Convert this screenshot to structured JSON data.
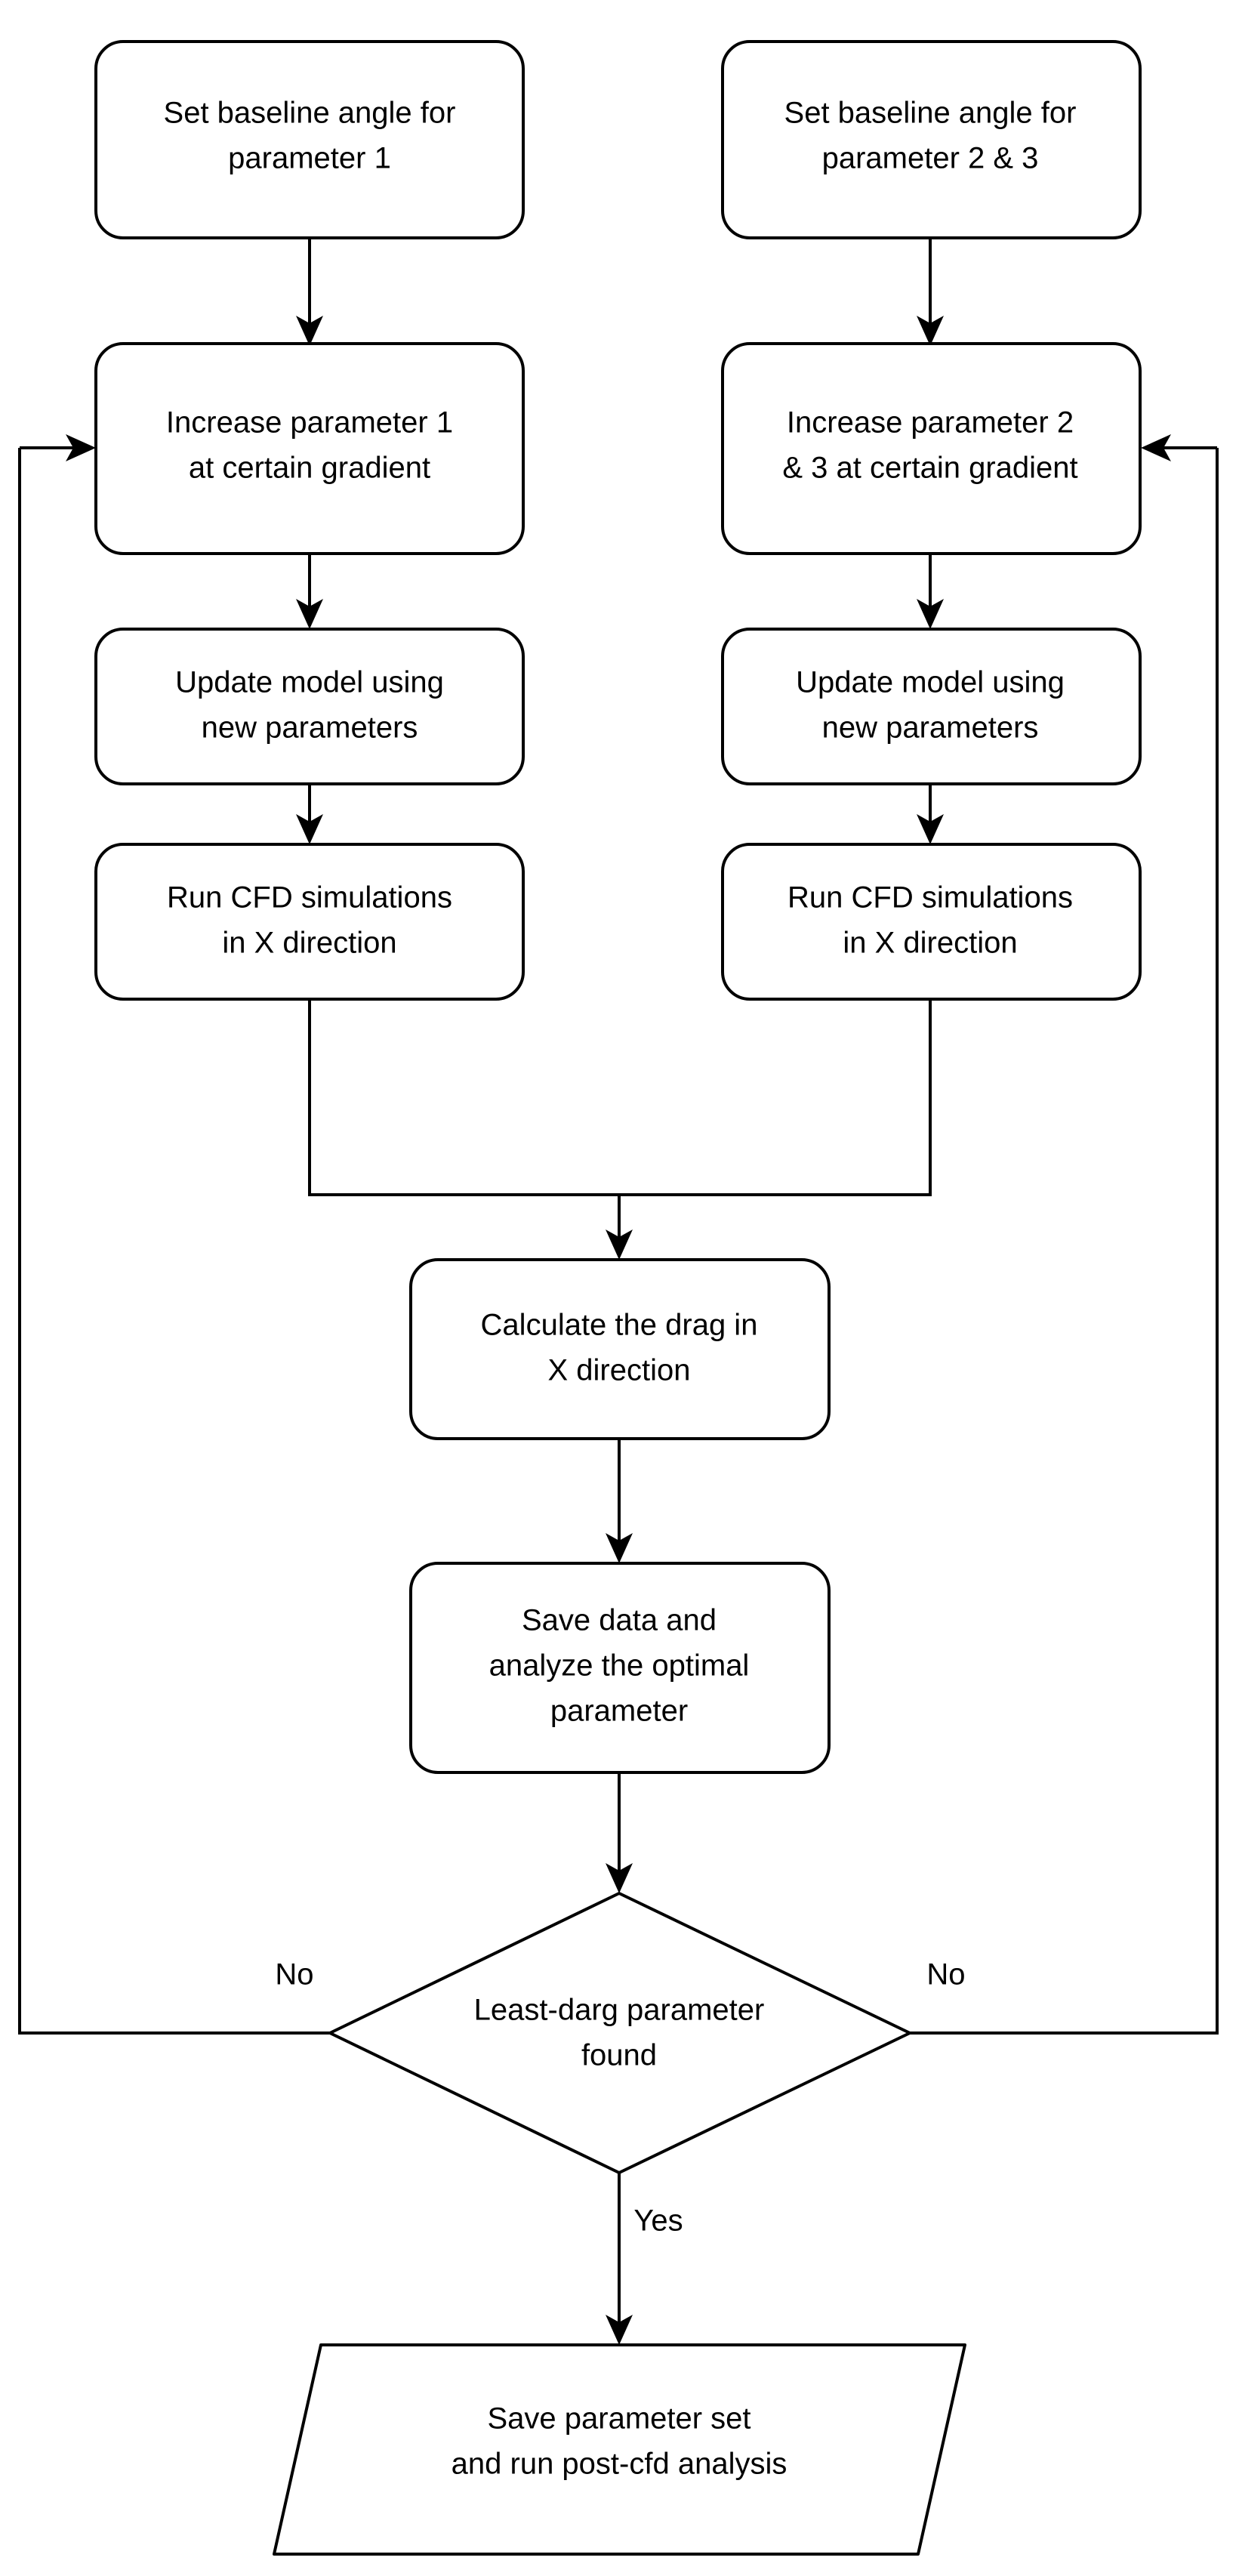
{
  "diagram": {
    "title": "CFD parameter optimisation flowchart",
    "background_color": "#ffffff",
    "line_color": "#000000",
    "text_color": "#000000",
    "nodes": {
      "set_baseline_p1": {
        "shape": "rounded-rectangle",
        "lines": [
          "Set baseline angle for",
          "parameter 1"
        ]
      },
      "set_baseline_p23": {
        "shape": "rounded-rectangle",
        "lines": [
          "Set baseline angle for",
          "parameter 2 & 3"
        ]
      },
      "increase_p1": {
        "shape": "rounded-rectangle",
        "lines": [
          "Increase parameter 1",
          "at certain gradient"
        ]
      },
      "increase_p23": {
        "shape": "rounded-rectangle",
        "lines": [
          "Increase parameter 2",
          "& 3 at certain gradient"
        ]
      },
      "update_model_left": {
        "shape": "rounded-rectangle",
        "lines": [
          "Update model using",
          "new parameters"
        ]
      },
      "update_model_right": {
        "shape": "rounded-rectangle",
        "lines": [
          "Update model using",
          "new parameters"
        ]
      },
      "run_cfd_left": {
        "shape": "rounded-rectangle",
        "lines": [
          "Run CFD simulations",
          "in X direction"
        ]
      },
      "run_cfd_right": {
        "shape": "rounded-rectangle",
        "lines": [
          "Run CFD simulations",
          "in X direction"
        ]
      },
      "calculate_drag": {
        "shape": "rounded-rectangle",
        "lines": [
          "Calculate the drag in",
          "X direction"
        ]
      },
      "save_analyze": {
        "shape": "rounded-rectangle",
        "lines": [
          "Save data and",
          "analyze the optimal",
          "parameter"
        ]
      },
      "decision": {
        "shape": "diamond",
        "lines": [
          "Least-darg parameter",
          "found"
        ]
      },
      "save_parameter_set": {
        "shape": "parallelogram",
        "lines": [
          "Save parameter set",
          "and run post-cfd analysis"
        ]
      }
    },
    "edge_labels": {
      "no_left": "No",
      "no_right": "No",
      "yes": "Yes"
    }
  }
}
